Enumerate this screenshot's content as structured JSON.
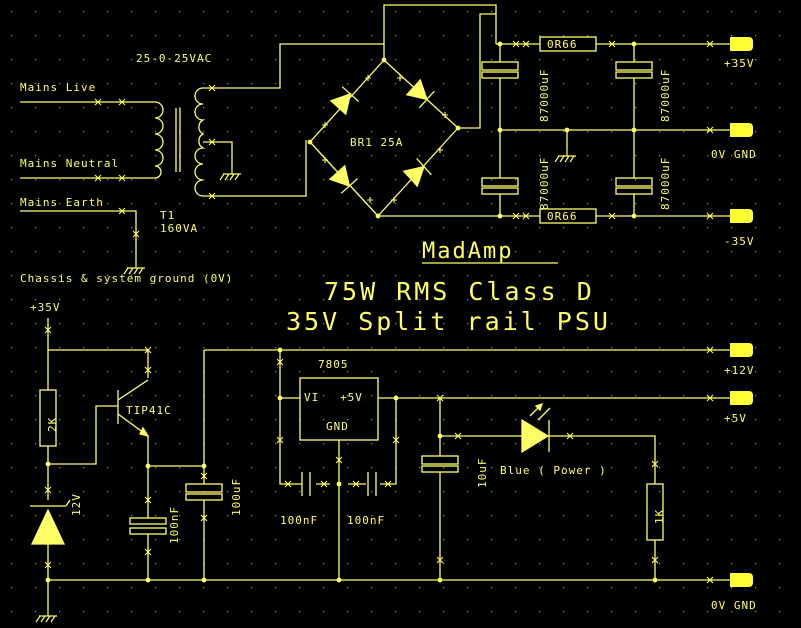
{
  "title": {
    "brand": "MadAmp",
    "line1": "75W RMS Class D",
    "line2": "35V Split rail PSU"
  },
  "inputs": {
    "live": "Mains Live",
    "neutral": "Mains Neutral",
    "earth": "Mains Earth",
    "chassis": "Chassis & system ground (0V)"
  },
  "transformer": {
    "voltage": "25-0-25VAC",
    "ref": "T1",
    "rating": "160VA"
  },
  "bridge": {
    "label": "BR1 25A"
  },
  "caps_main": {
    "value": "87000uF"
  },
  "resistors_main": {
    "value": "0R66"
  },
  "outputs": {
    "plus35": "+35V",
    "gnd_top": "0V GND",
    "minus35": "-35V",
    "plus12": "+12V",
    "plus5": "+5V",
    "gnd_bottom": "0V GND"
  },
  "regulator": {
    "supply_label": "+35V",
    "r1": "2K",
    "zener": "12V",
    "transistor": "TIP41C",
    "c1": "100nF",
    "c2": "100uF",
    "reg_name": "7805",
    "reg_vi": "VI",
    "reg_out": "+5V",
    "reg_gnd": "GND",
    "c3": "100nF",
    "c4": "100nF",
    "c5": "10uF",
    "led": "Blue ( Power )",
    "r2": "1K"
  }
}
